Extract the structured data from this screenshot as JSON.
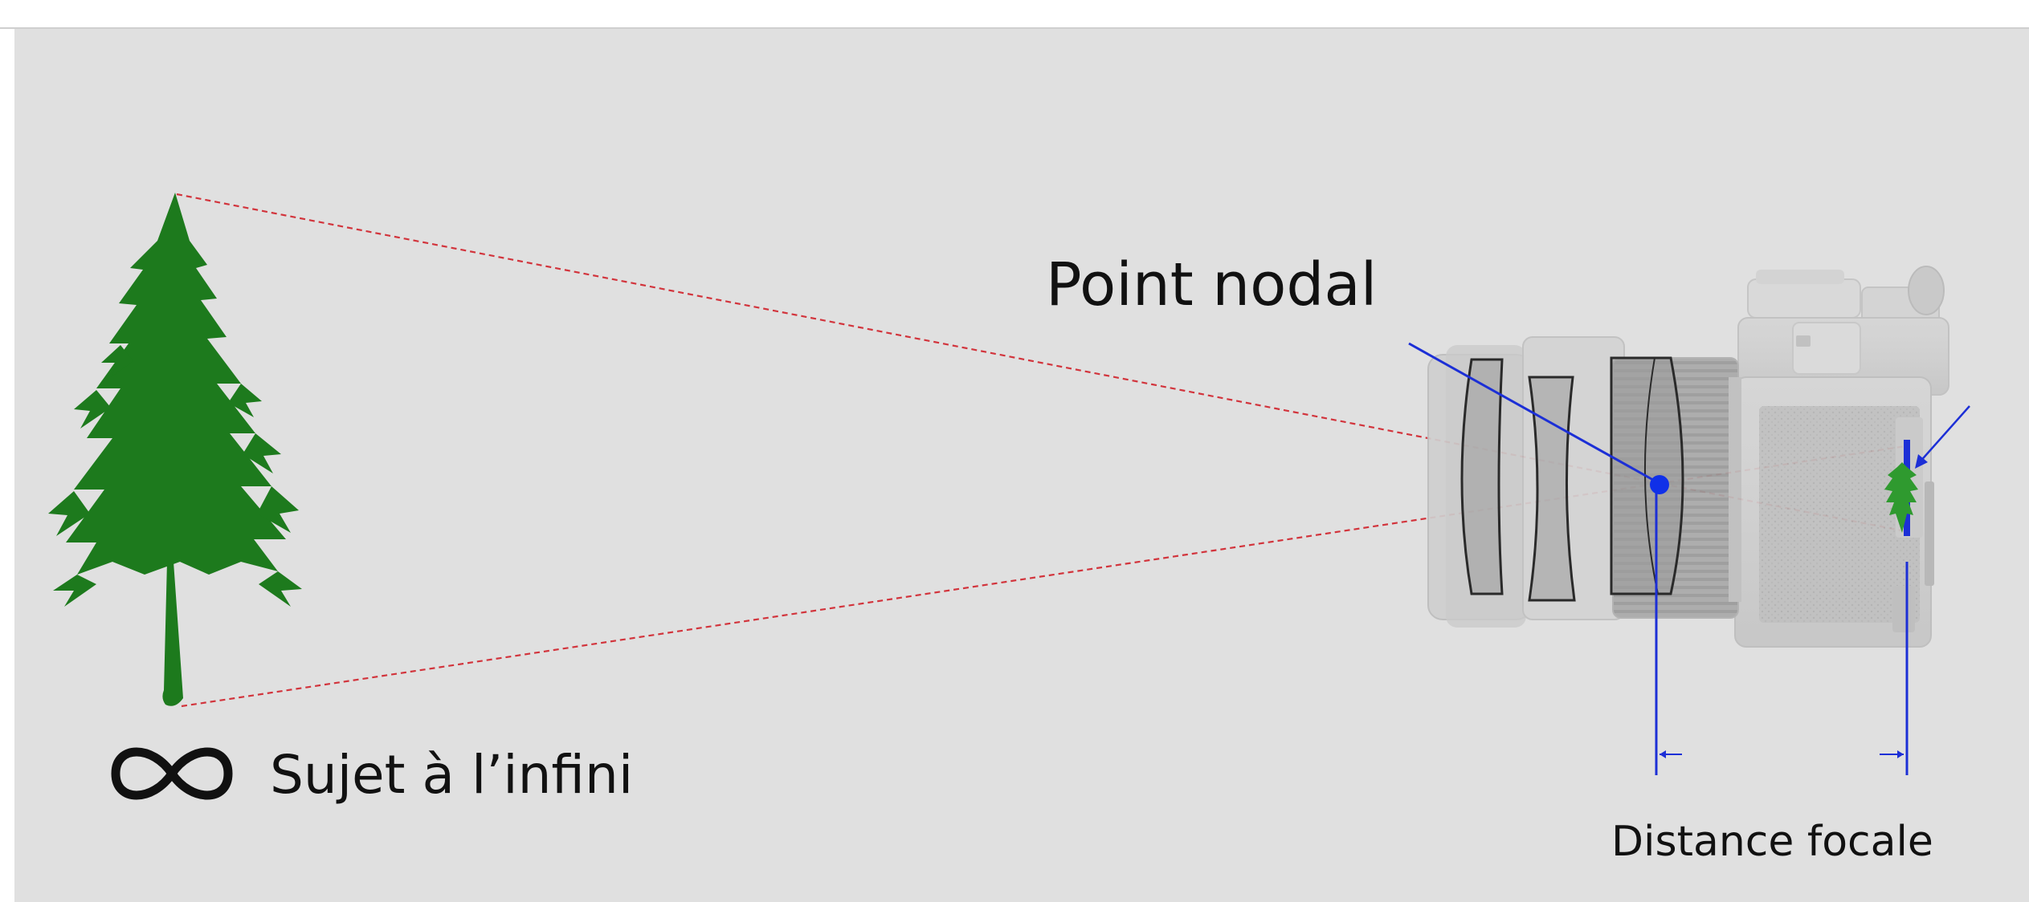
{
  "diagram": {
    "labels": {
      "nodal_point": "Point nodal",
      "subject_infinity": "Sujet à l’infini",
      "focal_distance": "Distance focale"
    },
    "icons": {
      "infinity": "infinity-icon",
      "tree": "tree-icon",
      "camera": "camera-icon",
      "lens": "lens-elements-icon",
      "sensor_image": "inverted-tree-image-icon"
    },
    "colors": {
      "background": "#e0e0e0",
      "frame": "#ffffff",
      "tree": "#1d7a1d",
      "rays": "#d2343c",
      "annotations": "#1c2fd6",
      "nodal_point": "#1030e8",
      "text": "#111111"
    }
  }
}
